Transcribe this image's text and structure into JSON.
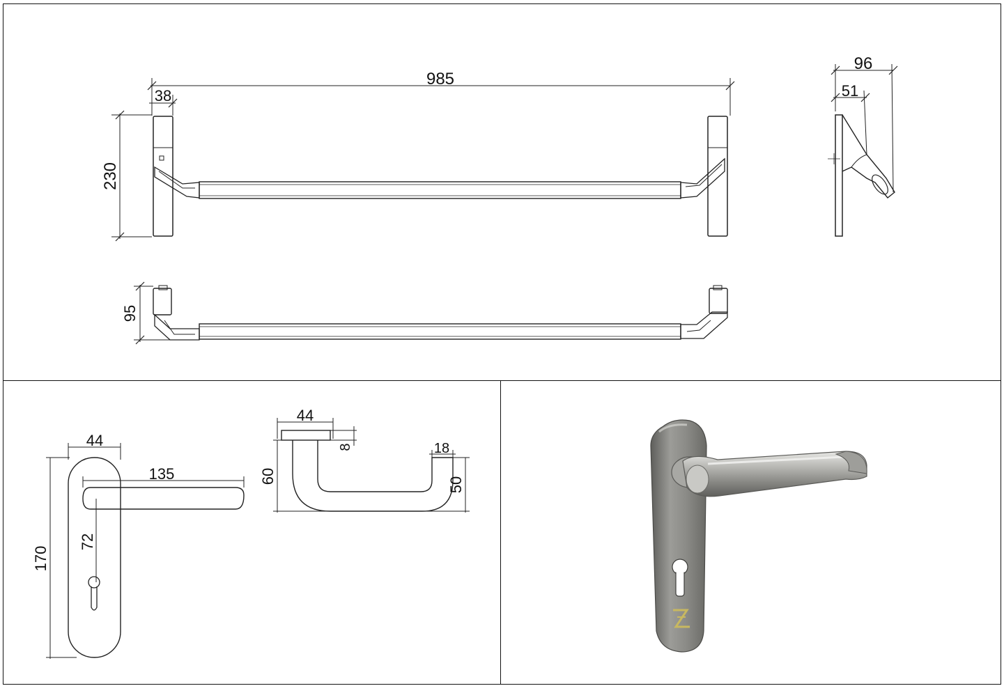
{
  "dimensions": {
    "bar_length": "985",
    "bar_end_width": "38",
    "bar_height": "230",
    "bar_depth": "95",
    "side_projection": "96",
    "side_offset": "51",
    "handle_plate_width": "44",
    "handle_lever_length": "135",
    "handle_backset": "72",
    "handle_plate_height": "170",
    "lever_profile_width": "44",
    "lever_rose_thickness": "8",
    "lever_profile_height": "60",
    "lever_tip": "18",
    "lever_tip_height": "50"
  },
  "colors": {
    "line": "#222222",
    "steel_light": "#b9b9b5",
    "steel_dark": "#6e6e6a",
    "logo": "#c8b860"
  }
}
